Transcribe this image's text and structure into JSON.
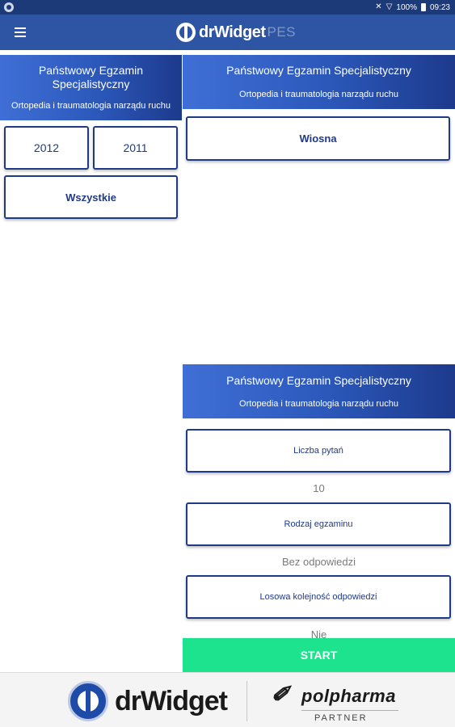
{
  "status_bar": {
    "battery": "100%",
    "time": "09:23",
    "icons": [
      "mute-icon",
      "wifi-icon",
      "battery-icon"
    ]
  },
  "toolbar": {
    "menu_icon": "hamburger-icon",
    "logo_main": "drWidget",
    "logo_suffix": "PES"
  },
  "left_panel": {
    "title": "Państwowy Egzamin Specjalistyczny",
    "subtitle": "Ortopedia i traumatologia narządu ruchu",
    "years": [
      "2012",
      "2011"
    ],
    "all_label": "Wszystkie"
  },
  "right_panel": {
    "title": "Państwowy Egzamin Specjalistyczny",
    "subtitle": "Ortopedia i traumatologia narządu ruchu",
    "session_label": "Wiosna"
  },
  "settings_panel": {
    "title": "Państwowy Egzamin Specjalistyczny",
    "subtitle": "Ortopedia i traumatologia narządu ruchu",
    "options": [
      {
        "label": "Liczba pytań",
        "value": "10"
      },
      {
        "label": "Rodzaj egzaminu",
        "value": "Bez odpowiedzi"
      },
      {
        "label": "Losowa kolejność odpowiedzi",
        "value": "Nie"
      }
    ],
    "start_label": "START"
  },
  "footer": {
    "brand": "drWidget",
    "partner_name": "polpharma",
    "partner_label": "PARTNER"
  },
  "colors": {
    "status_bar": "#1d3a78",
    "toolbar": "#2d55a4",
    "header_gradient_start": "#3f6fd6",
    "header_gradient_end": "#1d3a8c",
    "button_border": "#1f3a86",
    "start_button": "#1de28e"
  }
}
